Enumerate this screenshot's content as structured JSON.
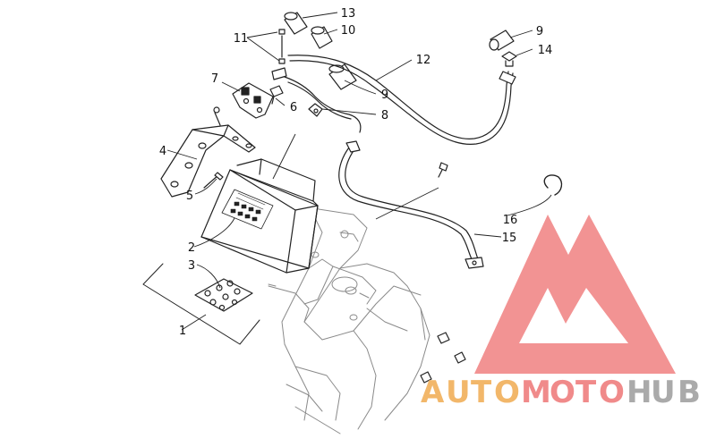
{
  "diagram": {
    "callouts": {
      "c1": "1",
      "c2": "2",
      "c3": "3",
      "c4": "4",
      "c5": "5",
      "c6": "6",
      "c7": "7",
      "c8": "8",
      "c9a": "9",
      "c9b": "9",
      "c10": "10",
      "c11": "11",
      "c12": "12",
      "c13": "13",
      "c14": "14",
      "c15": "15",
      "c16": "16"
    }
  },
  "watermark": {
    "letters": [
      "A",
      "U",
      "T",
      "O",
      "M",
      "O",
      "T",
      "O",
      "H",
      "U",
      "B"
    ],
    "colors": {
      "auto": "#f2b76a",
      "moto": "#f08a8a",
      "hub": "#aaaaaa",
      "logo": "#f08080"
    }
  }
}
